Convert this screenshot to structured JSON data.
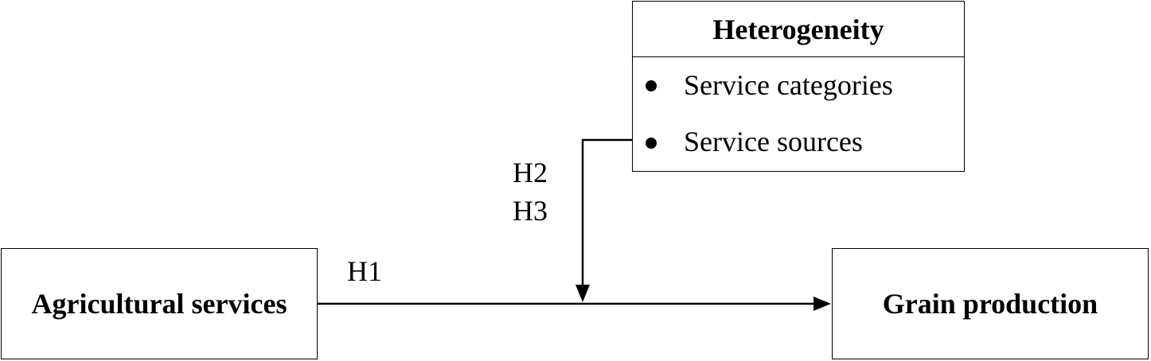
{
  "nodes": {
    "agricultural_services": "Agricultural services",
    "grain_production": "Grain production",
    "heterogeneity": {
      "title": "Heterogeneity",
      "items": [
        "Service categories",
        "Service sources"
      ]
    }
  },
  "hypotheses": {
    "h1": "H1",
    "h2": "H2",
    "h3": "H3"
  },
  "colors": {
    "line": "#000000",
    "background": "#ffffff"
  }
}
